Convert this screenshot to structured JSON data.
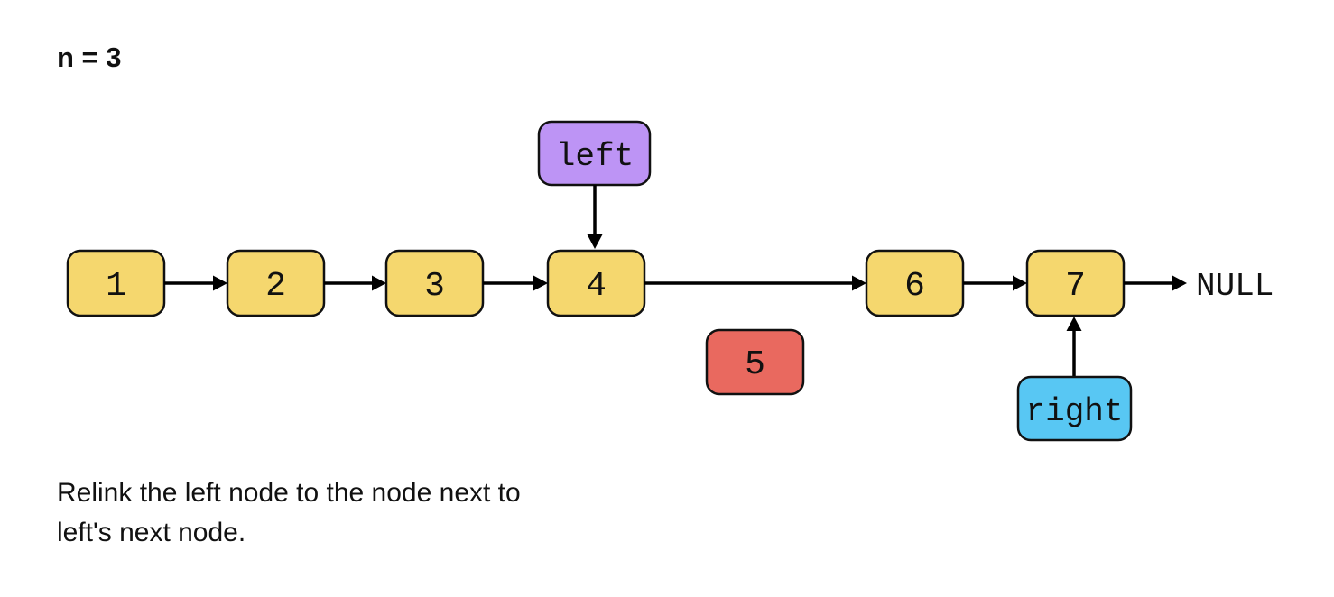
{
  "title": "n = 3",
  "colors": {
    "node_fill": "#F5D76E",
    "removed_fill": "#E9695F",
    "left_pointer_fill": "#BD94F5",
    "right_pointer_fill": "#58C7F3",
    "stroke": "#111111",
    "background": "#FFFFFF"
  },
  "list": {
    "nodes": [
      {
        "value": "1"
      },
      {
        "value": "2"
      },
      {
        "value": "3"
      },
      {
        "value": "4"
      },
      {
        "value": "6"
      },
      {
        "value": "7"
      }
    ],
    "removed_node": {
      "value": "5"
    },
    "terminator_label": "NULL",
    "edges": [
      "1→2",
      "2→3",
      "3→4",
      "4→6",
      "6→7",
      "7→NULL",
      "left→4",
      "right→7"
    ]
  },
  "pointers": {
    "left": {
      "label": "left",
      "target": "4"
    },
    "right": {
      "label": "right",
      "target": "7"
    }
  },
  "caption": {
    "lines": [
      "Relink the left node to the node next to",
      "left's next node."
    ]
  }
}
